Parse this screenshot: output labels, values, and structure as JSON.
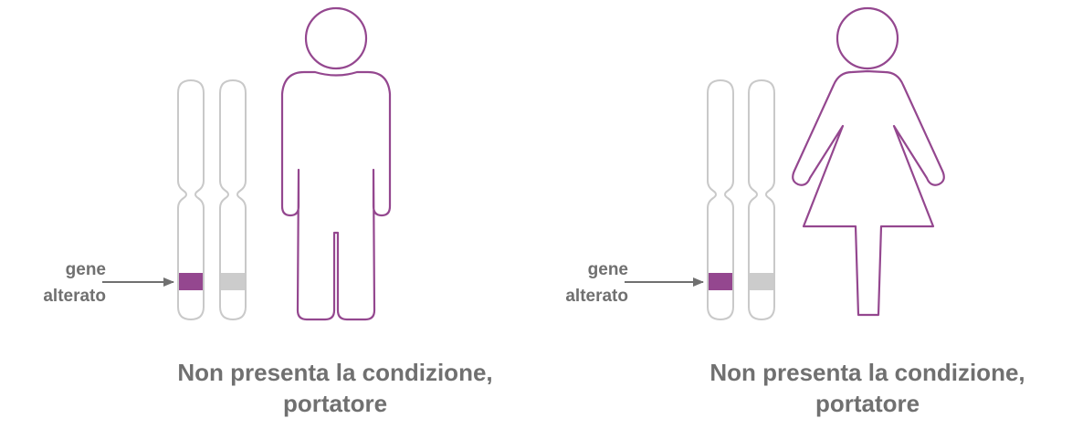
{
  "colors": {
    "altered_gene": "#94478f",
    "normal_gene": "#cccccc",
    "chromosome_outline": "#c9c9c9",
    "person_outline": "#94478f",
    "arrow": "#707070",
    "text": "#707070"
  },
  "panels": [
    {
      "figure": "male",
      "gene_label_line1": "gene",
      "gene_label_line2": "alterato",
      "caption_line1": "Non presenta la condizione,",
      "caption_line2": "portatore"
    },
    {
      "figure": "female",
      "gene_label_line1": "gene",
      "gene_label_line2": "alterato",
      "caption_line1": "Non presenta la condizione,",
      "caption_line2": "portatore"
    }
  ]
}
